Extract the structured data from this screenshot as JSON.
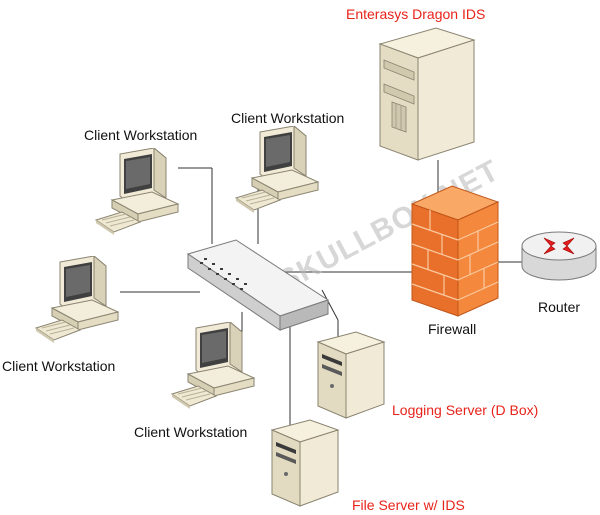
{
  "diagram": {
    "watermark": "SKULLBOX.NET",
    "colors": {
      "label_dark": "#111111",
      "label_accent": "#e8231a",
      "line": "#333333",
      "firewall": "#f07a2e",
      "device_body": "#f0ead6"
    },
    "nodes": {
      "ids_server": {
        "label": "Enterasys Dragon IDS",
        "icon": "tower-server-icon"
      },
      "client_top_left": {
        "label": "Client Workstation",
        "icon": "workstation-icon"
      },
      "client_top_center": {
        "label": "Client Workstation",
        "icon": "workstation-icon"
      },
      "client_mid_left": {
        "label": "Client Workstation",
        "icon": "workstation-icon"
      },
      "client_bottom": {
        "label": "Client Workstation",
        "icon": "workstation-icon"
      },
      "switch": {
        "icon": "network-switch-icon"
      },
      "firewall": {
        "label": "Firewall",
        "icon": "firewall-icon"
      },
      "router": {
        "label": "Router",
        "icon": "router-icon"
      },
      "logging_server": {
        "label": "Logging Server (D Box)",
        "icon": "server-icon"
      },
      "file_server": {
        "label": "File Server w/ IDS",
        "icon": "server-icon"
      }
    }
  }
}
